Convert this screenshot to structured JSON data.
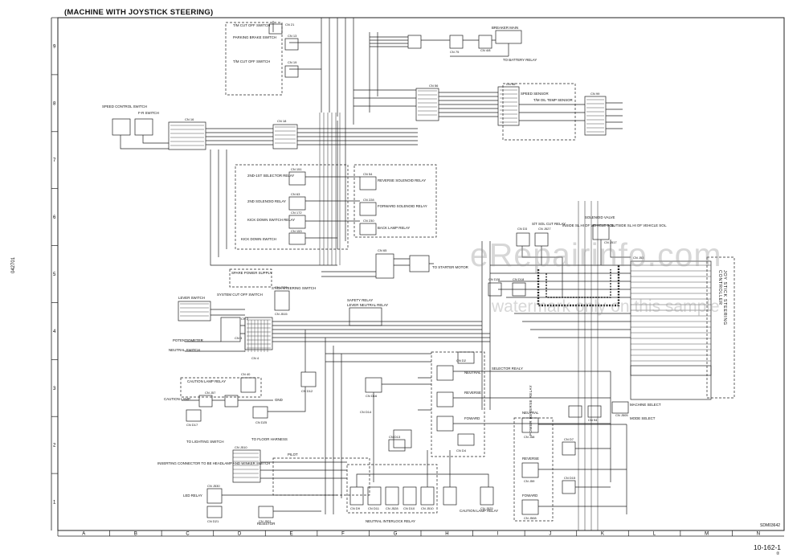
{
  "title": "(MACHINE WITH JOYSTICK STEERING)",
  "page_code": "10-162-1",
  "page_sub": "②",
  "side_code": "042701",
  "drawing_code": "SDM03642",
  "controller_label": "JOY STICK STEERING CONTROLLER",
  "power_label": "POWER REVERSE RELAY",
  "watermark": {
    "main": "eRepairinfo.com",
    "sub": "watermark only on this sample"
  },
  "grid": {
    "rows": [
      "9",
      "8",
      "7",
      "6",
      "5",
      "4",
      "3",
      "2",
      "1"
    ],
    "cols": [
      "A",
      "B",
      "C",
      "D",
      "E",
      "F",
      "G",
      "H",
      "I",
      "J",
      "K",
      "L",
      "M",
      "N"
    ]
  },
  "labels": {
    "tm_cutoff_top": "T/M CUT OFF SWITCH",
    "parking_brake": "PARKING BRAKE SWITCH",
    "tm_cutoff": "T/M CUT OFF SWITCH",
    "breaker_main": "BREAKER MAIN",
    "to_battery": "TO BATTERY RELAY",
    "speed_control": "SPEED CONTROL SWITCH",
    "fr_switch": "F-R SWITCH",
    "speed_sensor": "SPEED SENSOR",
    "tm_oil_temp": "T/M OIL TEMP SENSOR",
    "sel_2nd": "2ND-1ST SELECTOR RELAY",
    "sol_2nd": "2ND SOLENOID RELAY",
    "kick_down_relay": "KICK DOWN SWITCH RELAY",
    "kick_down_sw": "KICK DOWN SWITCH",
    "reverse_sol": "REVERSE SOLENOID RELAY",
    "forward_sol": "FORWARD SOLENOID RELAY",
    "back_lamp": "BACK LAMP RELAY",
    "to_starter": "TO STARTER MOTOR",
    "solenoid_valve": "SOLENOID VALVE",
    "inside_vehicle": "INSIDE SL.HI OF VEHICLE SOL.",
    "outside_vehicle": "OUTSIDE SL.HI OF VEHICLE SOL.",
    "cutoff_relay": "S/T SOL CUT RELAY",
    "spare_power": "SPARE POWER SUPPLY",
    "system_cutoff": "SYSTEM CUT OFF SWITCH",
    "stick_steering": "STICK STEERING SWITCH",
    "safety_relay": "SAFETY RELAY",
    "lever_neutral": "LEVER NEUTRAL RELAY",
    "lever_switch": "LEVER SWITCH",
    "potentiometer": "POTENTIOMETER",
    "neutral_switch": "NEUTRAL SWITCH",
    "selector_relay": "SELECTOR REALY",
    "neutral": "NEUTRAL",
    "reverse": "REVERSE",
    "forward": "FOWARD",
    "caution_lamp_relay": "CAUTION LAMP RELAY",
    "caution_lamp": "CAUTION LAMP",
    "gnd": "GND",
    "machine_select": "MACHINE SELECT",
    "mode_select": "MODE SELECT",
    "to_lighting": "TO LIGHTING SWITCH",
    "to_floor": "TO FLOOR HARNESS",
    "inserting": "INSERTING CONNECTOR TO BE HEADLAMP AND WINKER SWITCH",
    "pilot": "PILOT",
    "led_relay": "LED RELAY",
    "resistor": "RESISTOR",
    "neutral_interlock": "NEUTRAL INTERLOCK RELAY",
    "caution_lamp_relay_b": "CAUTION LAMP RELAY",
    "pn_neutral": "NEUTRAL",
    "pn_reverse": "REVERSE",
    "pn_forward": "FOWARD"
  },
  "connectors": {
    "cn21": "CN 21",
    "cn13": "CN 13",
    "cn19": "CN 19",
    "cn75": "CN 75",
    "cn48": "CN 4/8",
    "cn16": "CN 16",
    "cn18": "CN 18",
    "cn56": "CN 56",
    "cn98": "CN 98",
    "cn99": "CN 99",
    "cn151": "CN 151",
    "cn63": "CN 63",
    "cn172": "CN 172",
    "cn153": "CN 153",
    "cn54": "CN 54",
    "cn228": "CN 228",
    "cn230": "CN 230",
    "cn65": "CN 65",
    "cnd3": "CN D3",
    "cnj527": "CN J527",
    "cnj517": "CN J517",
    "cnj53": "CN J53",
    "cnj520": "CN J520",
    "cnj515": "CN J515",
    "cnd28": "CN D28",
    "cnd18": "CN D18",
    "cnd14": "CN D14",
    "cnd12": "CN D12",
    "cnd16": "CN D16",
    "cnd2": "CN D2",
    "cnj510": "CN J510",
    "cn2": "CN 2",
    "cn3": "CN 3",
    "cn4": "CN 4",
    "cn40": "CN 40",
    "cnj57": "CN J57",
    "cnd17": "CN D17",
    "cnd25": "CN D25",
    "cnd13": "CN D13",
    "cnj532": "CN J532",
    "cnd4": "CN D4",
    "cnj510b": "CN J510",
    "cnj530": "CN J530",
    "cnd21": "CN D21",
    "cnj501": "CN J501",
    "cnj525": "CN J525",
    "cnj528": "CN J528",
    "cnj58": "CN J58",
    "cnd7": "CN D7",
    "cnd9": "CN D9",
    "cnd10": "CN D10",
    "cnd11": "CN D11",
    "cnj59": "CN J59",
    "cnd15": "CN D15",
    "cnj508": "CN J508",
    "cnj505": "CN J505",
    "cn94": "CN 94"
  }
}
